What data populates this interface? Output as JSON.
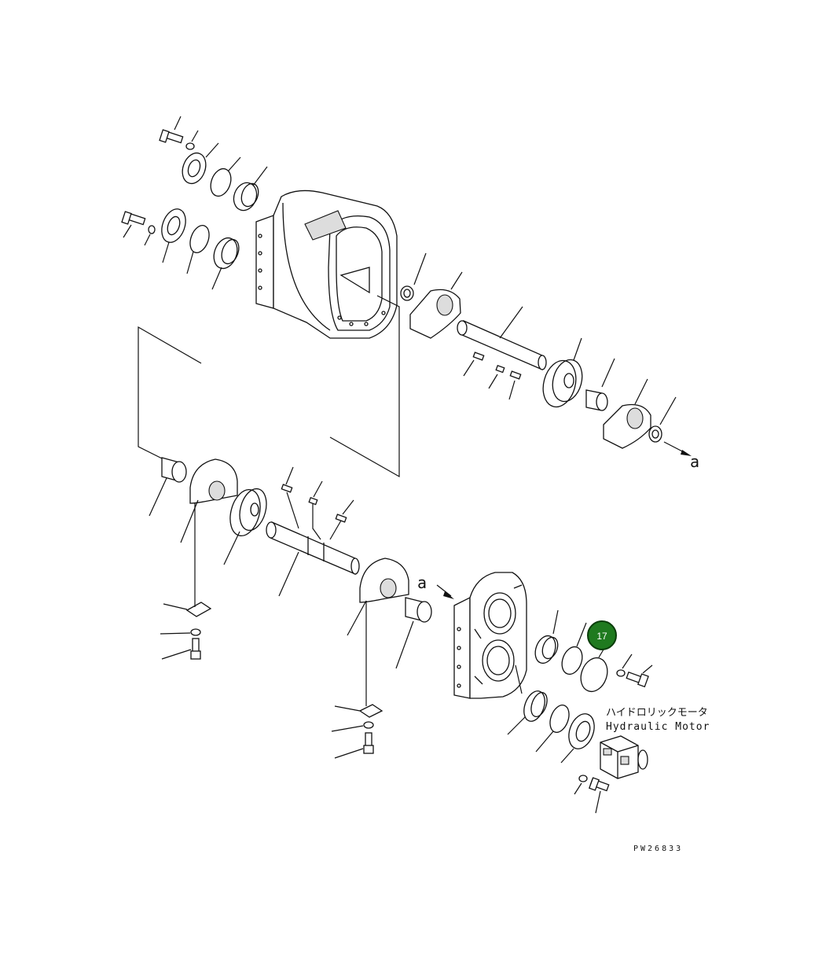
{
  "arrow_labels": [
    "a",
    "a"
  ],
  "callout": {
    "number": "17",
    "color": "#1f7a1f"
  },
  "motor_label": {
    "jp": "ハイドロリックモータ",
    "en": "Hydraulic Motor"
  },
  "drawing_code": "PW26833"
}
